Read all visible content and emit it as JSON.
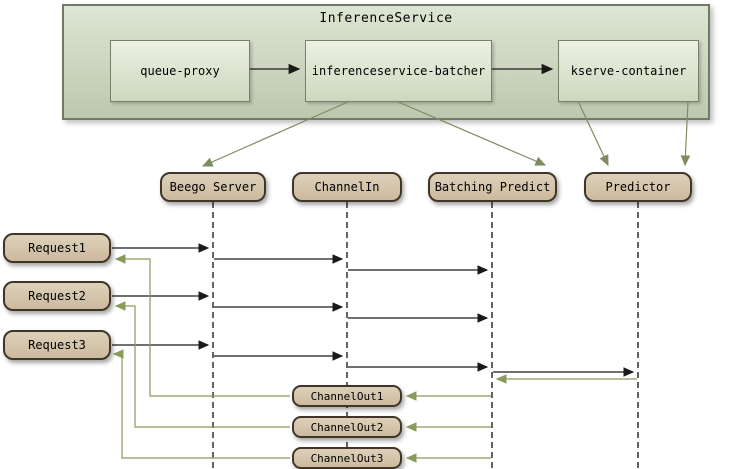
{
  "container": {
    "title": "InferenceService",
    "children": [
      {
        "label": "queue-proxy"
      },
      {
        "label": "inferenceservice-batcher"
      },
      {
        "label": "kserve-container"
      }
    ]
  },
  "participants": [
    {
      "label": "Beego Server"
    },
    {
      "label": "ChannelIn"
    },
    {
      "label": "Batching Predict"
    },
    {
      "label": "Predictor"
    }
  ],
  "requests": [
    {
      "label": "Request1"
    },
    {
      "label": "Request2"
    },
    {
      "label": "Request3"
    }
  ],
  "channel_outs": [
    {
      "label": "ChannelOut1"
    },
    {
      "label": "ChannelOut2"
    },
    {
      "label": "ChannelOut3"
    }
  ],
  "colors": {
    "message_arrow": "#1a1a1a",
    "return_arrow": "#8a9a5b",
    "mapping_arrow": "#7f8c5f",
    "node_fill": "#d5c5ab",
    "node_border": "#403527",
    "container_fill_top": "#dde5d4",
    "container_fill_bottom": "#bcc8ae",
    "container_border": "#6f7a64",
    "background": "#ffffff"
  }
}
